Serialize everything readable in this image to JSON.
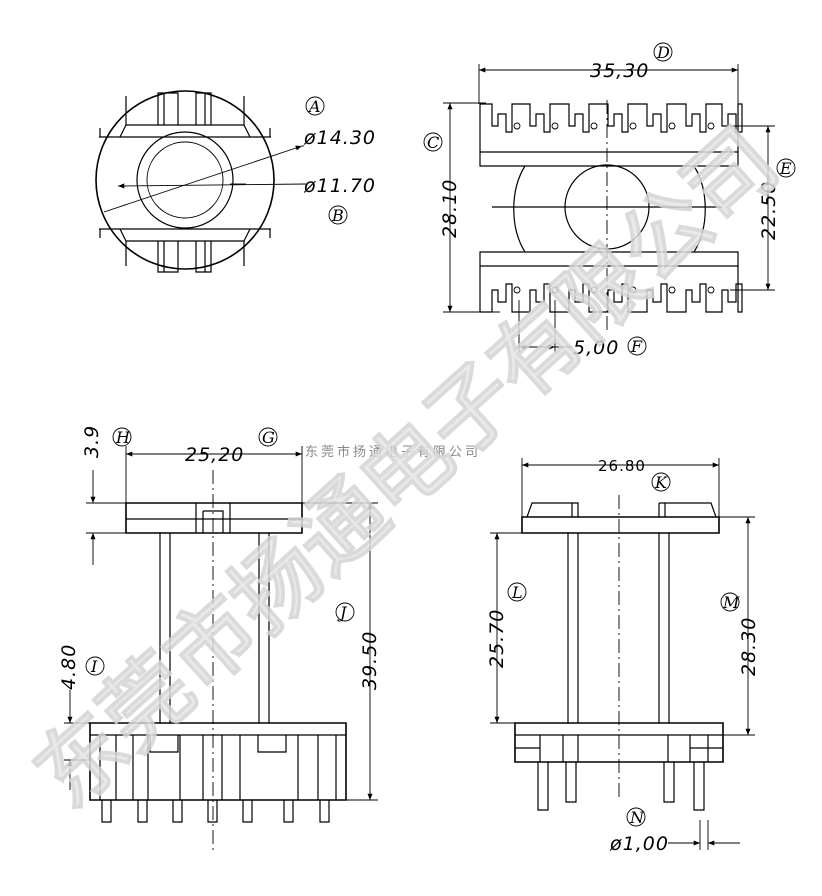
{
  "drawing": {
    "company_name": "东莞市扬通电子有限公司",
    "watermark_text": "东莞市扬通电子有限公司",
    "callouts": [
      "A",
      "B",
      "C",
      "D",
      "E",
      "F",
      "G",
      "H",
      "I",
      "J",
      "K",
      "L",
      "M",
      "N"
    ],
    "dimensions": {
      "A_outer_diameter": "ø14.30",
      "B_inner_diameter": "ø11.70",
      "C_height": "28.10",
      "D_length": "35,30",
      "E_inner_height": "22.50",
      "F_pin_pitch": "5,00",
      "G_flange_width": "25,20",
      "H_flange_thickness": "3.9",
      "I_base_height": "4.80",
      "J_total_height": "39.50",
      "K_width": "26.80",
      "L_winding_height": "25.70",
      "M_body_height": "28.30",
      "N_pin_diameter": "ø1,00"
    }
  }
}
